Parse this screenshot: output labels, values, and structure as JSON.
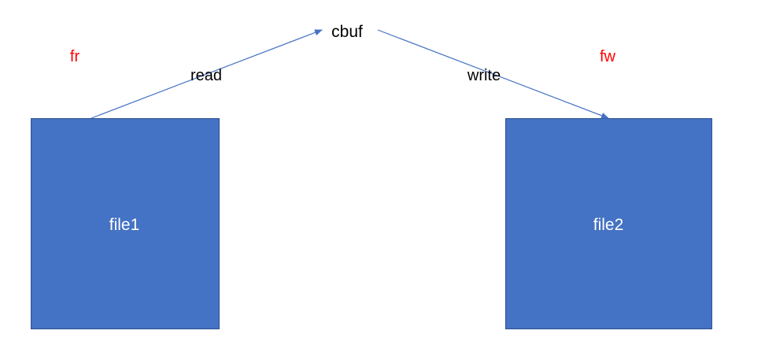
{
  "nodes": {
    "file1": {
      "label": "file1"
    },
    "file2": {
      "label": "file2"
    },
    "cbuf": {
      "label": "cbuf"
    }
  },
  "edges": {
    "read": {
      "label": "read",
      "from": "file1",
      "to": "cbuf"
    },
    "write": {
      "label": "write",
      "from": "cbuf",
      "to": "file2"
    }
  },
  "annotations": {
    "fr": {
      "label": "fr"
    },
    "fw": {
      "label": "fw"
    }
  },
  "colors": {
    "box_fill": "#4472c4",
    "box_text": "#ffffff",
    "arrow": "#4472c4",
    "annotation": "#ff0000",
    "text": "#000000"
  }
}
